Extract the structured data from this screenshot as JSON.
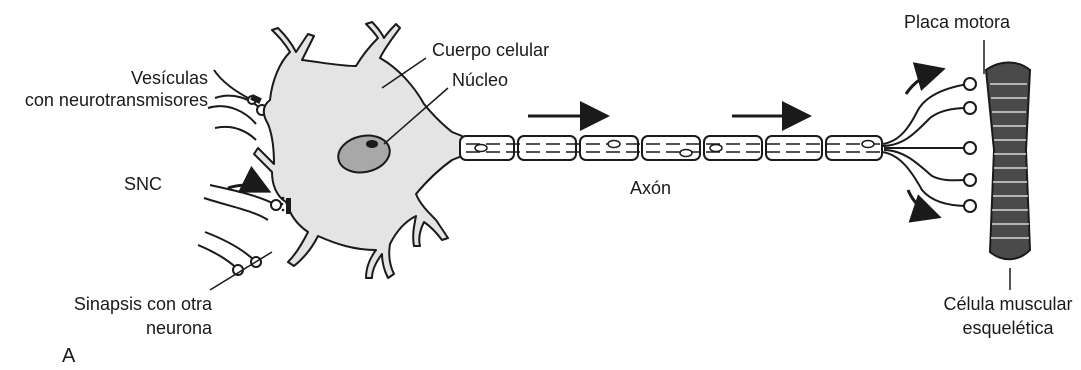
{
  "labels": {
    "vesiculas_1": "Vesículas",
    "vesiculas_2": "con neurotransmisores",
    "cuerpo_celular": "Cuerpo celular",
    "nucleo": "Núcleo",
    "snc": "SNC",
    "axon": "Axón",
    "sinapsis_1": "Sinapsis con otra",
    "sinapsis_2": "neurona",
    "placa_motora": "Placa motora",
    "celula_1": "Célula muscular",
    "celula_2": "esquelética",
    "panel": "A"
  },
  "colors": {
    "cell_fill": "#e4e4e4",
    "line": "#1a1a1a",
    "nucleus_fill": "#a8a8a8",
    "muscle_fill": "#4a4a4a"
  }
}
